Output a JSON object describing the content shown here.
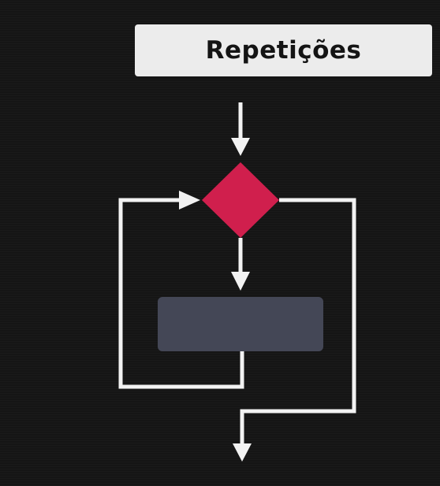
{
  "title": "Repetições",
  "colors": {
    "background": "#151515",
    "title_box": "#ececec",
    "title_text": "#141414",
    "decision": "#d01f4d",
    "process": "#444756",
    "lines": "#f2f2f2"
  },
  "shapes": {
    "decision": "diamond",
    "process": "rounded-rectangle"
  }
}
